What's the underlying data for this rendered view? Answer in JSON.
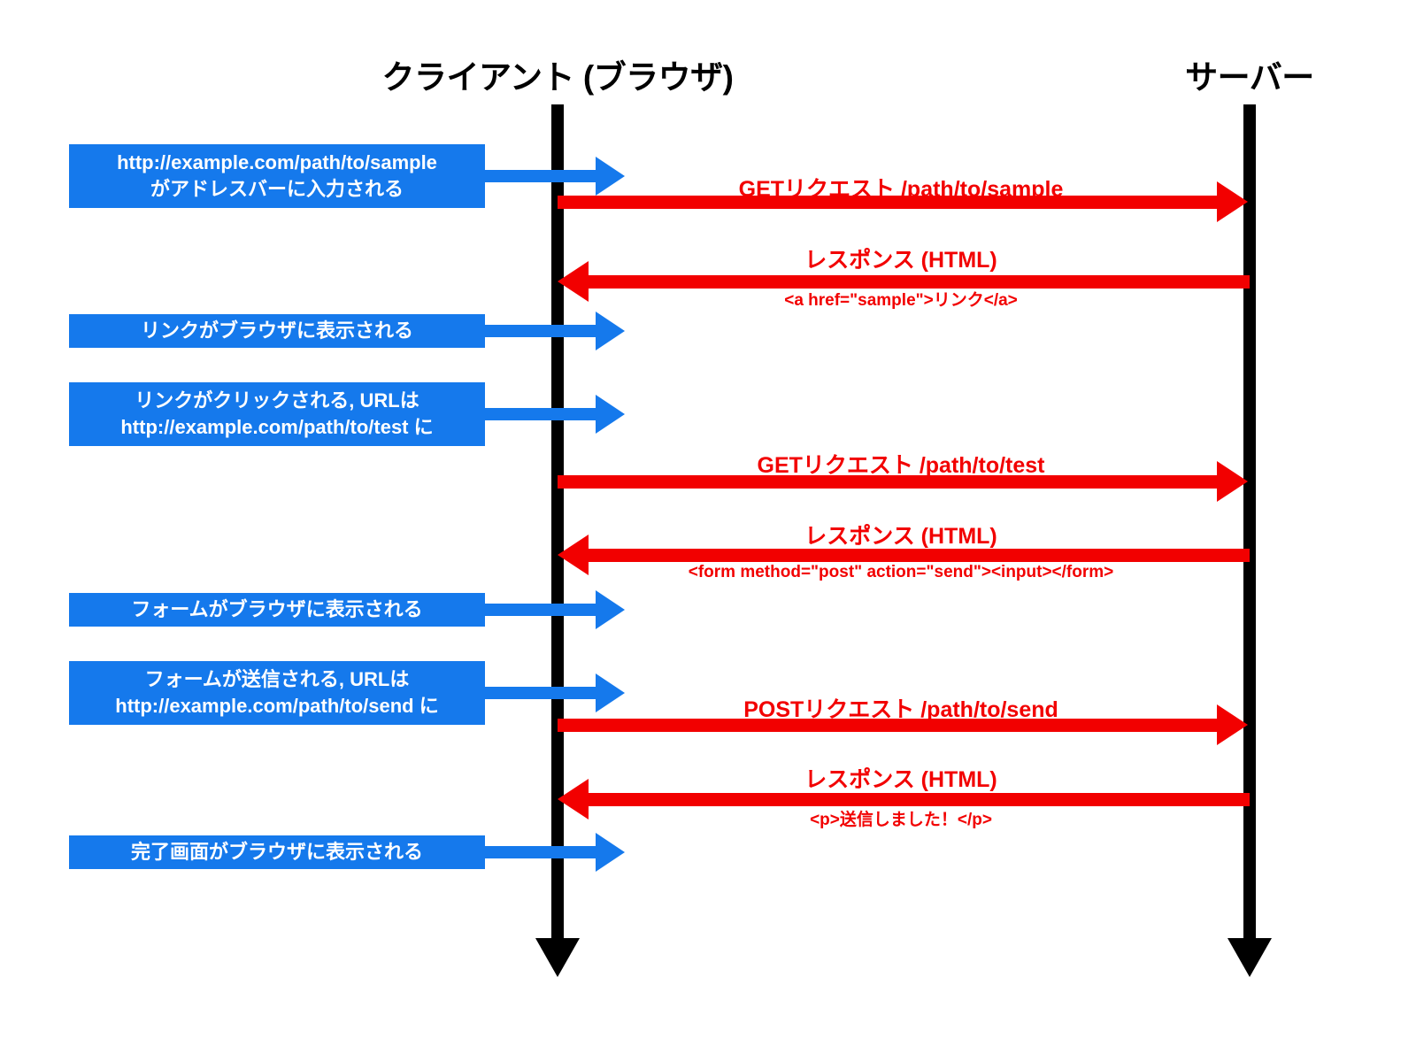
{
  "diagram": {
    "title_client": "クライアント (ブラウザ)",
    "title_server": "サーバー",
    "colors": {
      "client_action": "#1579EC",
      "message": "#F20000",
      "lifeline": "#000000",
      "background": "#FFFFFF"
    }
  },
  "client_steps": [
    {
      "line1": "http://example.com/path/to/sample",
      "line2": "がアドレスバーに入力される"
    },
    {
      "line1": "リンクがブラウザに表示される",
      "line2": ""
    },
    {
      "line1": "リンクがクリックされる, URLは",
      "line2": "http://example.com/path/to/test に"
    },
    {
      "line1": "フォームがブラウザに表示される",
      "line2": ""
    },
    {
      "line1": "フォームが送信される, URLは",
      "line2": "http://example.com/path/to/send に"
    },
    {
      "line1": "完了画面がブラウザに表示される",
      "line2": ""
    }
  ],
  "messages": [
    {
      "label": "GETリクエスト /path/to/sample",
      "sub": "",
      "direction": "client-to-server"
    },
    {
      "label": "レスポンス (HTML)",
      "sub": "<a href=\"sample\">リンク</a>",
      "direction": "server-to-client"
    },
    {
      "label": "GETリクエスト /path/to/test",
      "sub": "",
      "direction": "client-to-server"
    },
    {
      "label": "レスポンス (HTML)",
      "sub": "<form method=\"post\" action=\"send\"><input></form>",
      "direction": "server-to-client"
    },
    {
      "label": "POSTリクエスト /path/to/send",
      "sub": "",
      "direction": "client-to-server"
    },
    {
      "label": "レスポンス (HTML)",
      "sub": "<p>送信しました！</p>",
      "direction": "server-to-client"
    }
  ]
}
